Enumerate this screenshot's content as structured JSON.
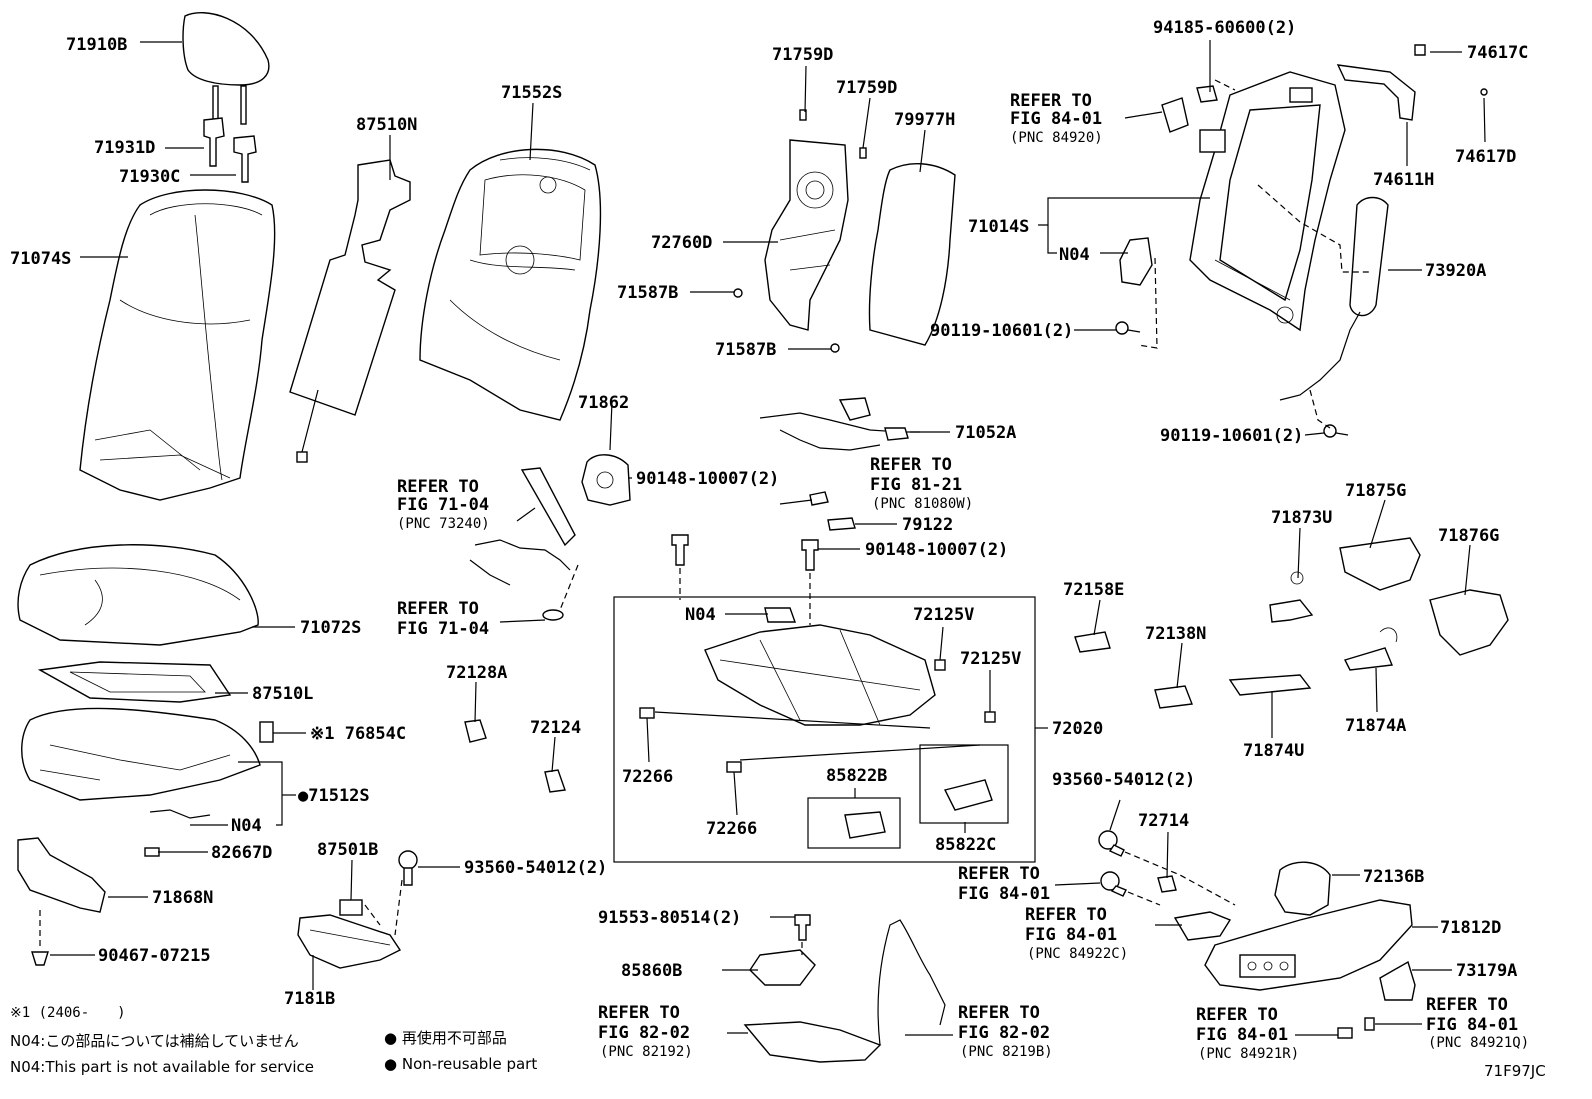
{
  "parts": {
    "p71910B": "71910B",
    "p71931D": "71931D",
    "p71930C": "71930C",
    "p71074S": "71074S",
    "p87510N": "87510N",
    "p71552S": "71552S",
    "p71759D_a": "71759D",
    "p71759D_b": "71759D",
    "p79977H": "79977H",
    "p72760D": "72760D",
    "p71587B_a": "71587B",
    "p71587B_b": "71587B",
    "p94185": "94185-60600(2)",
    "p74617C": "74617C",
    "p74617D": "74617D",
    "p74611H": "74611H",
    "p71014S": "71014S",
    "pN04_frame": "N04",
    "p73920A": "73920A",
    "p90119_a": "90119-10601(2)",
    "p90119_b": "90119-10601(2)",
    "p71052A": "71052A",
    "p71862": "71862",
    "p90148_a": "90148-10007(2)",
    "p90148_b": "90148-10007(2)",
    "p79122": "79122",
    "p71072S": "71072S",
    "p87510L": "87510L",
    "p76854C": "※1 76854C",
    "p71512S": "●71512S",
    "pN04_cushion": "N04",
    "p82667D": "82667D",
    "p71868N": "71868N",
    "p90467": "90467-07215",
    "p72128A": "72128A",
    "p72124": "72124",
    "pN04_track": "N04",
    "p72125V_a": "72125V",
    "p72125V_b": "72125V",
    "p72020": "72020",
    "p72266_a": "72266",
    "p72266_b": "72266",
    "p85822B": "85822B",
    "p85822C": "85822C",
    "p72158E": "72158E",
    "p72138N": "72138N",
    "p71873U": "71873U",
    "p71875G": "71875G",
    "p71876G": "71876G",
    "p71874U": "71874U",
    "p71874A": "71874A",
    "p87501B": "87501B",
    "p93560_a": "93560-54012(2)",
    "p93560_b": "93560-54012(2)",
    "p7181B": "7181B",
    "p91553": "91553-80514(2)",
    "p85860B": "85860B",
    "p72714": "72714",
    "p72136B": "72136B",
    "p71812D": "71812D",
    "p73179A": "73179A"
  },
  "refs": {
    "r84_01_top": [
      "REFER TO",
      "FIG 84-01",
      "(PNC 84920)"
    ],
    "r71_04_a": [
      "REFER TO",
      "FIG 71-04",
      "(PNC 73240)"
    ],
    "r71_04_b": [
      "REFER TO",
      "FIG 71-04"
    ],
    "r81_21": [
      "REFER TO",
      "FIG 81-21",
      "(PNC 81080W)"
    ],
    "r84_01_mid": [
      "REFER TO",
      "FIG 84-01"
    ],
    "r84_01_c": [
      "REFER TO",
      "FIG 84-01",
      "(PNC 84922C)"
    ],
    "r82_02_a": [
      "REFER TO",
      "FIG 82-02",
      "(PNC 82192)"
    ],
    "r82_02_b": [
      "REFER TO",
      "FIG 82-02",
      "(PNC 8219B)"
    ],
    "r84_01_r": [
      "REFER TO",
      "FIG 84-01",
      "(PNC 84921R)"
    ],
    "r84_01_q": [
      "REFER TO",
      "FIG 84-01",
      "(PNC 84921Q)"
    ]
  },
  "notes": {
    "date_range": "※1 (2406-　　)",
    "n04_jp": "N04:この部品については補給していません",
    "n04_en": "N04:This part is not available for service",
    "legend_jp": "● 再使用不可部品",
    "legend_en": "● Non-reusable part",
    "fig_code": "71F97JC"
  }
}
